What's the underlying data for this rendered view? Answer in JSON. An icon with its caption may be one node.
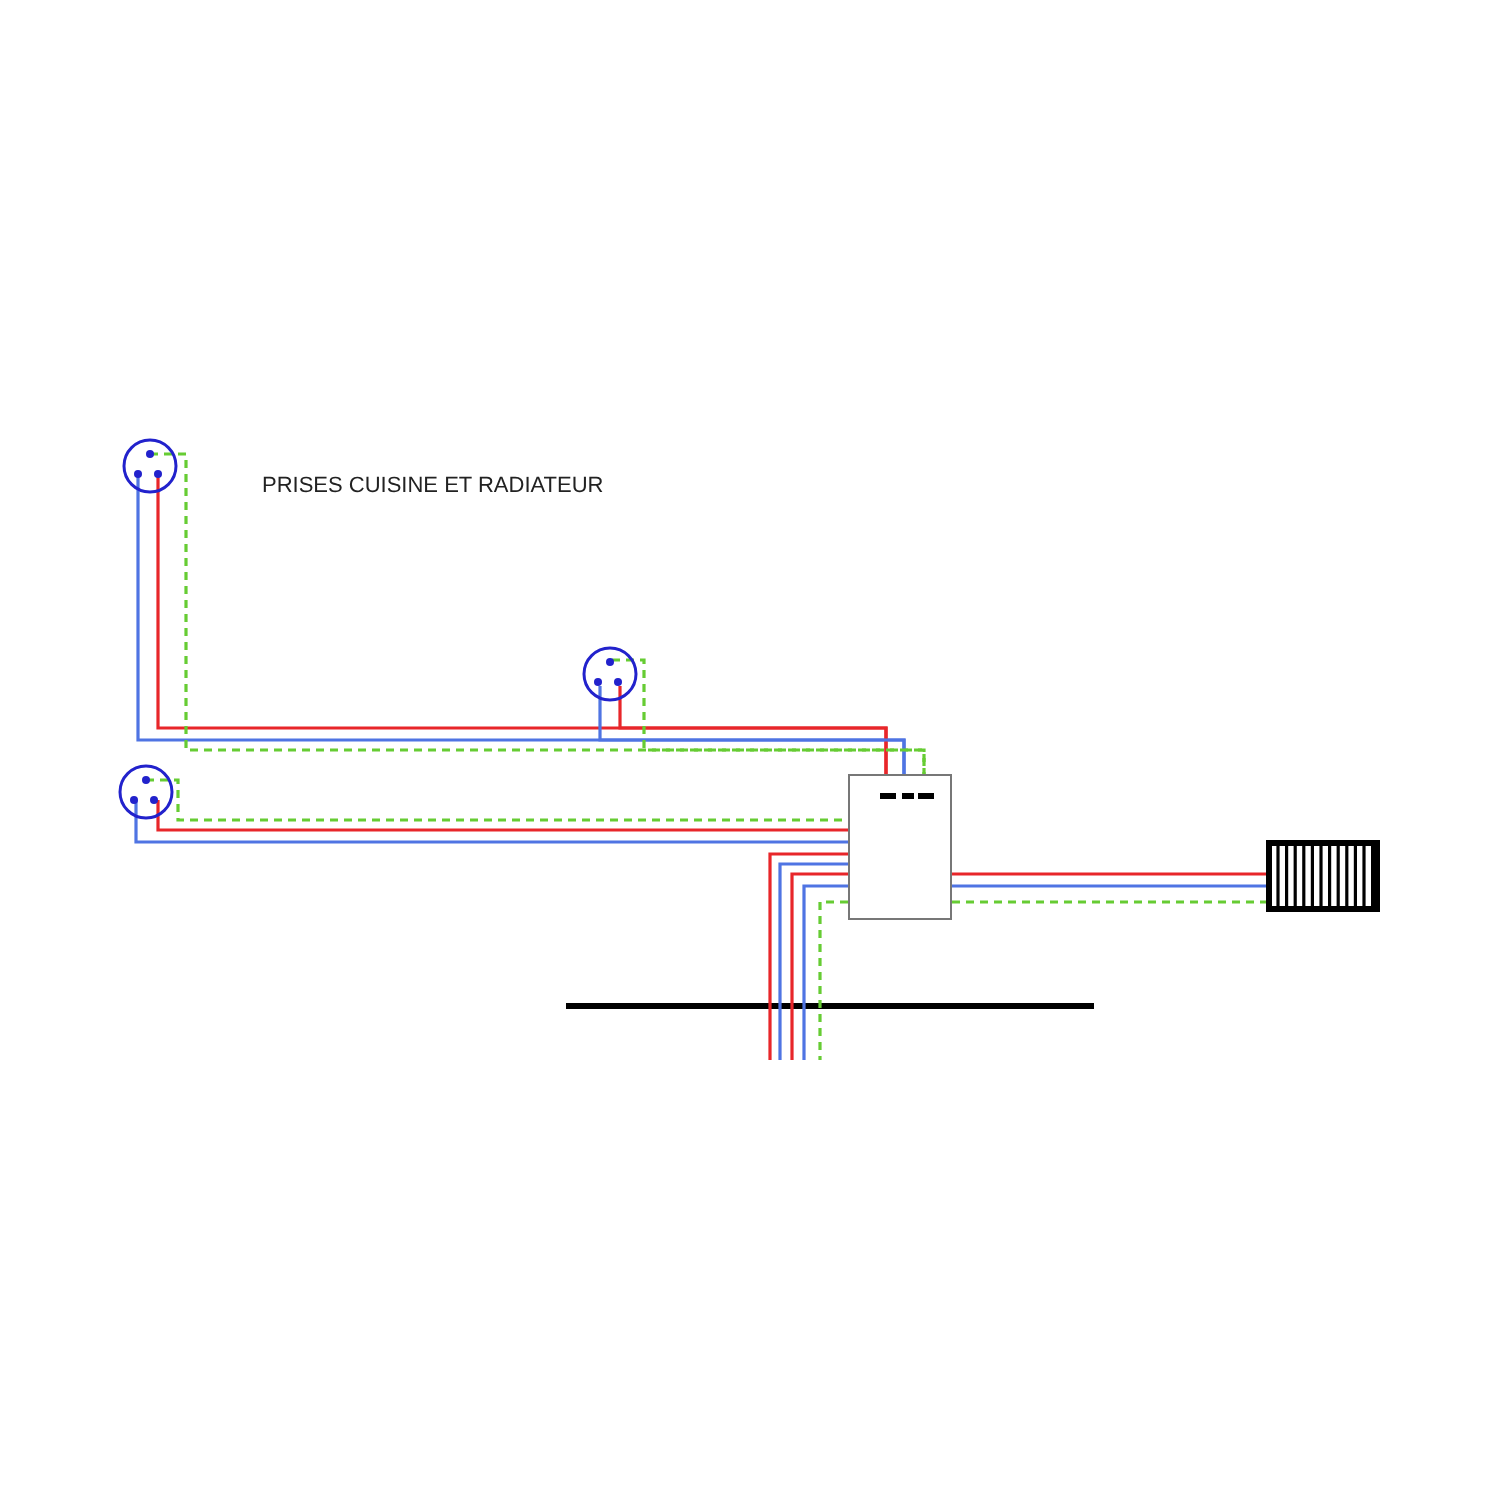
{
  "diagram": {
    "title": "PRISES CUISINE ET RADIATEUR",
    "nodes": [
      {
        "text": [],
        "shape": "circle"
      },
      {
        "text": [],
        "shape": "circle"
      },
      {
        "text": [],
        "shape": "circle"
      },
      {
        "text": [],
        "shape": "box"
      },
      {
        "text": [],
        "shape": "picture"
      }
    ],
    "edges": [
      {
        "from": 0,
        "to": 3,
        "arrow": "none",
        "color": "#e8262a"
      },
      {
        "from": 0,
        "to": 3,
        "arrow": "none",
        "color": "#4f74e3"
      },
      {
        "from": 0,
        "to": 3,
        "arrow": "none",
        "style": "dashed",
        "color": "#66cc33"
      },
      {
        "from": 1,
        "to": 3,
        "arrow": "none",
        "color": "#e8262a"
      },
      {
        "from": 1,
        "to": 3,
        "arrow": "none",
        "color": "#4f74e3"
      },
      {
        "from": 1,
        "to": 3,
        "arrow": "none",
        "style": "dashed",
        "color": "#66cc33"
      },
      {
        "from": 2,
        "to": 3,
        "arrow": "none",
        "style": "dashed",
        "color": "#66cc33"
      },
      {
        "from": 2,
        "to": 3,
        "arrow": "none",
        "color": "#e8262a"
      },
      {
        "from": 2,
        "to": 3,
        "arrow": "none",
        "color": "#4f74e3"
      },
      {
        "from": 3,
        "to": 4,
        "arrow": "none",
        "color": "#e8262a"
      },
      {
        "from": 3,
        "to": 4,
        "arrow": "none",
        "color": "#4f74e3"
      },
      {
        "from": 3,
        "to": 4,
        "arrow": "none",
        "style": "dashed",
        "color": "#66cc33"
      },
      {
        "from": 3,
        "to": null,
        "arrow": "none",
        "color": "#e8262a"
      },
      {
        "from": 3,
        "to": null,
        "arrow": "none",
        "color": "#4f74e3"
      },
      {
        "from": 3,
        "to": null,
        "arrow": "none",
        "color": "#e8262a"
      },
      {
        "from": 3,
        "to": null,
        "arrow": "none",
        "color": "#4f74e3"
      },
      {
        "from": 3,
        "to": null,
        "arrow": "none",
        "style": "dashed",
        "color": "#66cc33"
      }
    ]
  }
}
